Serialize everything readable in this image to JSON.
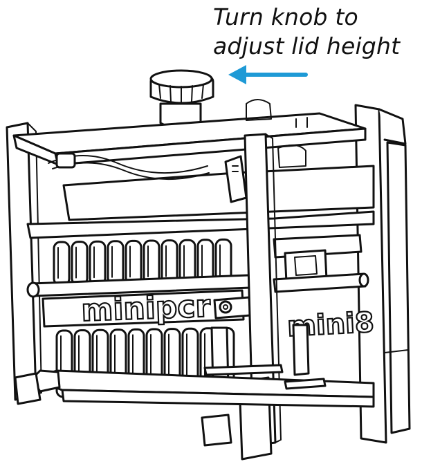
{
  "annotation": {
    "line1": "Turn knob to",
    "line2": "adjust lid height",
    "arrow_color": "#1e9ad6"
  },
  "device": {
    "brand_logo": "minipcr",
    "model_logo": "mini8"
  },
  "icons": {
    "knob": "adjustment-knob-icon",
    "arrow": "left-arrow-icon"
  }
}
